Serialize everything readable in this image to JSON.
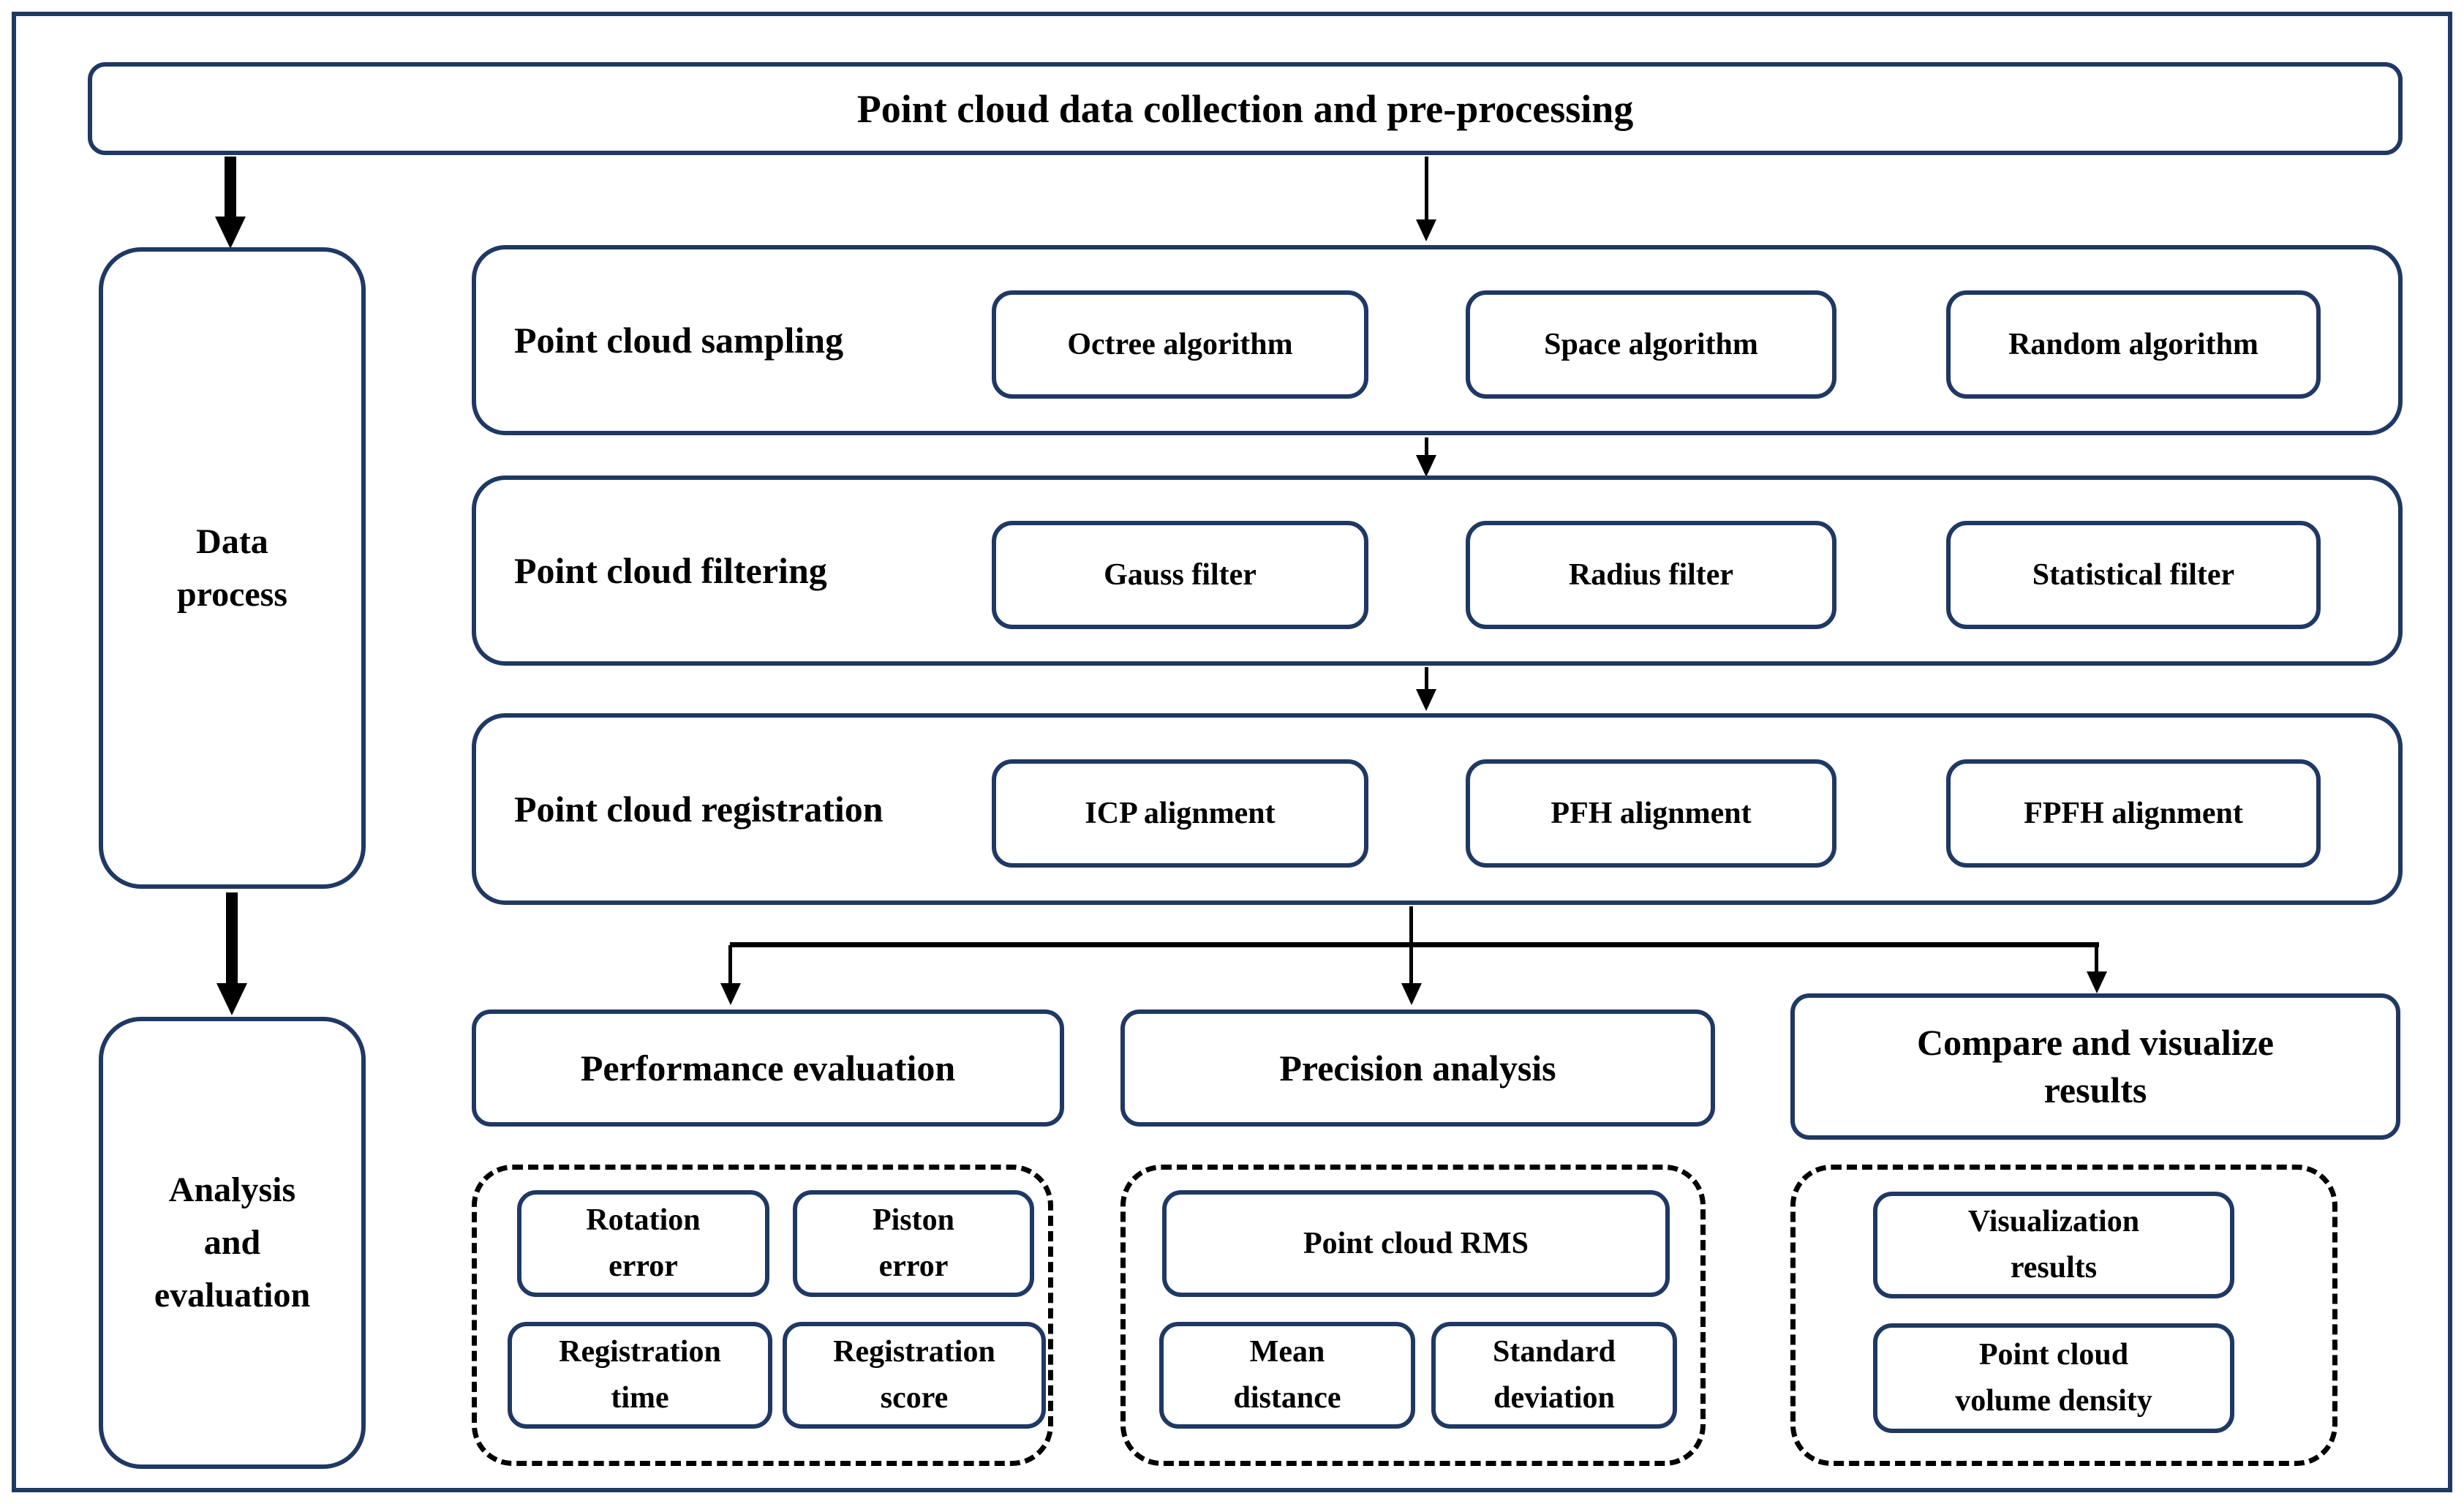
{
  "title": "Point cloud data collection and pre-processing",
  "colors": {
    "border_navy": "#1f3864",
    "line_black": "#000000",
    "page_bg": "#ffffff"
  },
  "side_boxes": [
    {
      "label": "Data\nprocess"
    },
    {
      "label": "Analysis\nand\nevaluation"
    }
  ],
  "process_rows": [
    {
      "label": "Point cloud sampling",
      "items": [
        "Octree algorithm",
        "Space algorithm",
        "Random algorithm"
      ]
    },
    {
      "label": "Point cloud filtering",
      "items": [
        "Gauss filter",
        "Radius filter",
        "Statistical filter"
      ]
    },
    {
      "label": "Point cloud registration",
      "items": [
        "ICP alignment",
        "PFH alignment",
        "FPFH alignment"
      ]
    }
  ],
  "evaluation": [
    {
      "header": "Performance evaluation",
      "items": [
        "Rotation\nerror",
        "Piston\nerror",
        "Registration\ntime",
        "Registration\nscore"
      ]
    },
    {
      "header": "Precision analysis",
      "items": [
        "Point cloud RMS",
        "Mean\ndistance",
        "Standard\ndeviation"
      ]
    },
    {
      "header": "Compare and visualize\nresults",
      "items": [
        "Visualization\nresults",
        "Point cloud\nvolume density"
      ]
    }
  ]
}
